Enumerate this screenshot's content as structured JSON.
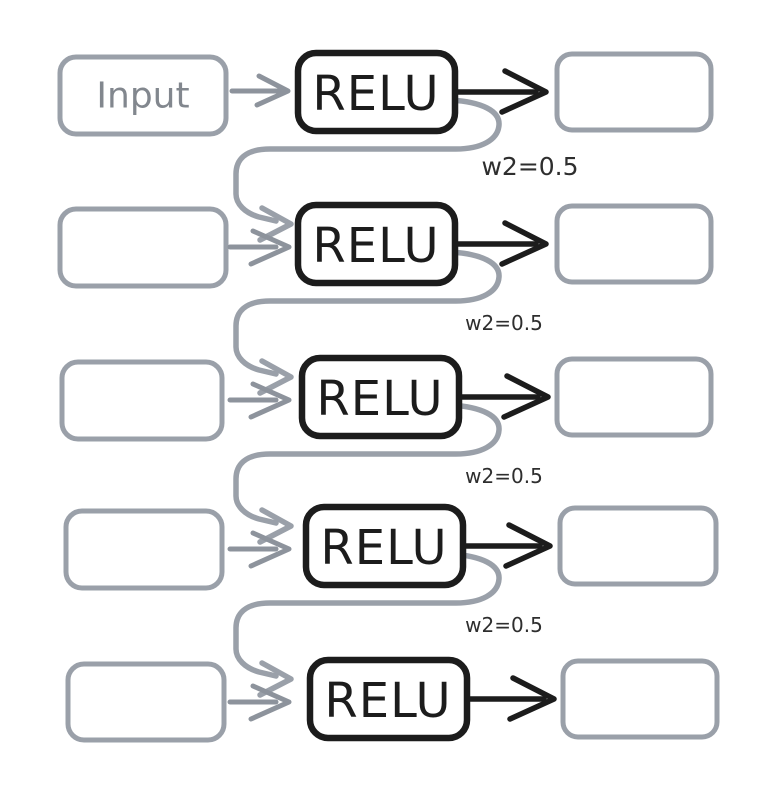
{
  "diagram": {
    "description": "Recurrent chain of RELU units with shared recurrent weight",
    "colors": {
      "background": "#ffffff",
      "box_gray": "#9aa0a9",
      "arrow_gray": "#8d939c",
      "input_text_gray": "#82878e",
      "ink_black": "#1c1c1c",
      "weight_text": "#2e2e2e"
    },
    "rows": [
      {
        "input_label": "Input",
        "relu_label": "RELU",
        "weight_label": "w2=0.5"
      },
      {
        "input_label": "",
        "relu_label": "RELU",
        "weight_label": "w2=0.5"
      },
      {
        "input_label": "",
        "relu_label": "RELU",
        "weight_label": "w2=0.5"
      },
      {
        "input_label": "",
        "relu_label": "RELU",
        "weight_label": "w2=0.5"
      },
      {
        "input_label": "",
        "relu_label": "RELU",
        "weight_label": ""
      }
    ]
  }
}
